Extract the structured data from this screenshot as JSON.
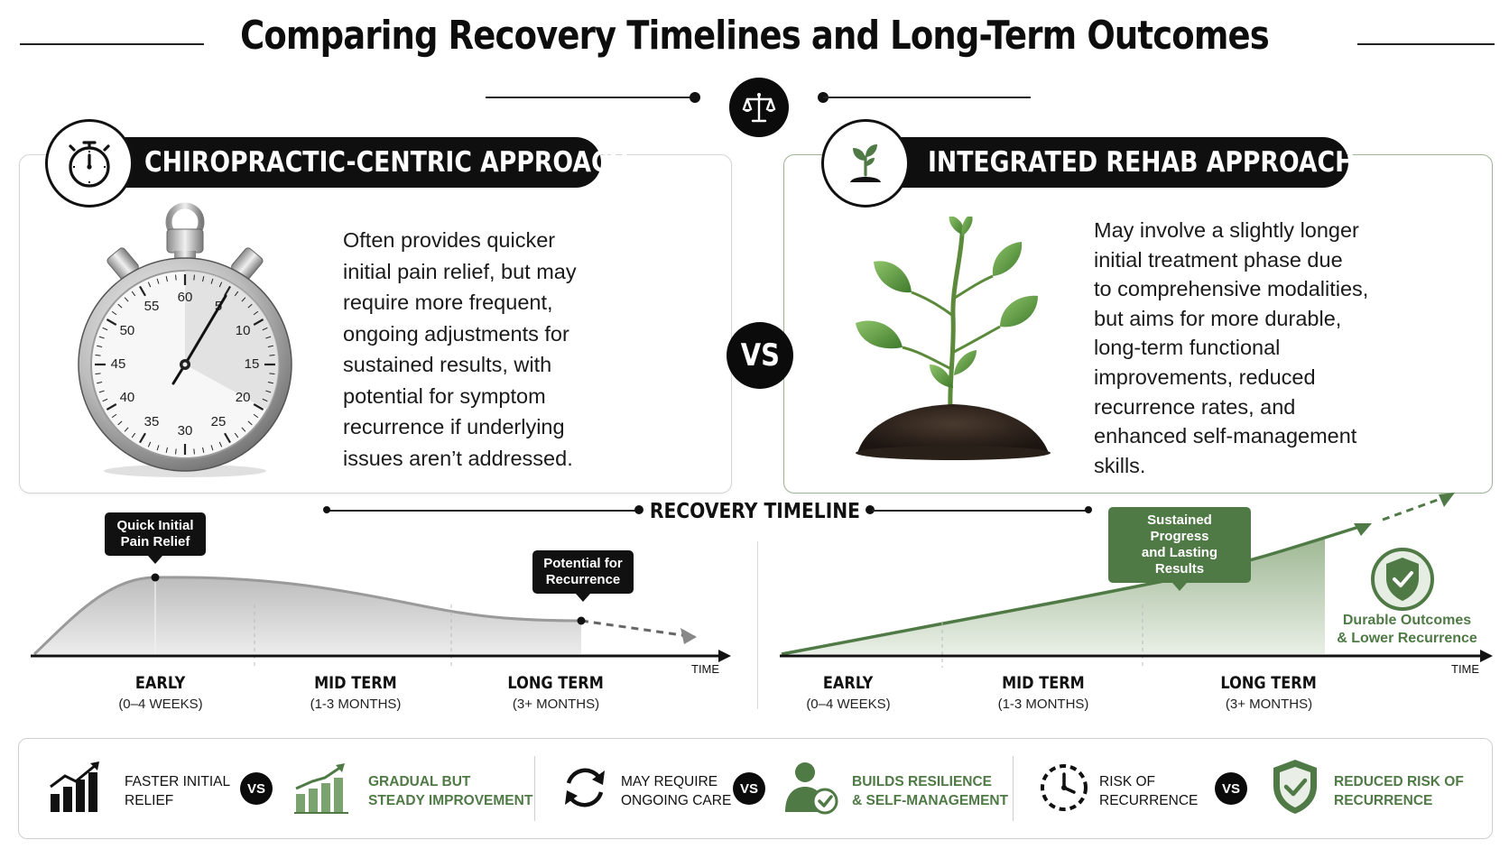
{
  "title": "Comparing Recovery Timelines and Long-Term Outcomes",
  "left_panel": {
    "heading": "CHIROPRACTIC-CENTRIC APPROACH",
    "icon": "stopwatch-icon",
    "stopwatch_numbers": [
      "60",
      "5",
      "10",
      "15",
      "20",
      "25",
      "30",
      "35",
      "40",
      "45",
      "50",
      "55"
    ],
    "description": [
      "Often provides quicker",
      "initial pain relief, but may",
      "require more frequent,",
      "ongoing adjustments for",
      "sustained results, with",
      "potential for symptom",
      "recurrence if underlying",
      "issues aren’t addressed."
    ]
  },
  "right_panel": {
    "heading": "INTEGRATED REHAB APPROACH",
    "icon": "seedling-icon",
    "description": [
      "May involve a slightly longer",
      "initial treatment phase due",
      "to comprehensive modalities,",
      "but aims for more durable,",
      "long-term functional",
      "improvements, reduced",
      "recurrence rates, and",
      "enhanced self-management",
      "skills."
    ]
  },
  "vs_label": "VS",
  "timeline": {
    "label": "RECOVERY TIMELINE",
    "time_label": "TIME",
    "phases": [
      {
        "name": "EARLY",
        "range": "(0–4 WEEKS)"
      },
      {
        "name": "MID TERM",
        "range": "(1-3 MONTHS)"
      },
      {
        "name": "LONG TERM",
        "range": "(3+ MONTHS)"
      }
    ],
    "left_callouts": {
      "peak": [
        "Quick Initial",
        "Pain Relief"
      ],
      "recurrence": [
        "Potential for",
        "Recurrence"
      ]
    },
    "right_callouts": {
      "progress": [
        "Sustained Progress",
        "and Lasting Results"
      ],
      "durable": [
        "Durable Outcomes",
        "& Lower Recurrence"
      ]
    }
  },
  "footer": {
    "groups": [
      {
        "left": [
          "FASTER INITIAL",
          "RELIEF"
        ],
        "left_icon": "bar-chart-up-icon",
        "vs": "VS",
        "right": [
          "GRADUAL BUT",
          "STEADY IMPROVEMENT"
        ],
        "right_icon": "steady-growth-chart-icon"
      },
      {
        "left": [
          "MAY REQUIRE",
          "ONGOING CARE"
        ],
        "left_icon": "cycle-arrows-icon",
        "vs": "VS",
        "right": [
          "BUILDS RESILIENCE",
          "& SELF-MANAGEMENT"
        ],
        "right_icon": "person-check-icon"
      },
      {
        "left": [
          "RISK OF",
          "RECURRENCE"
        ],
        "left_icon": "dashed-clock-icon",
        "vs": "VS",
        "right": [
          "REDUCED RISK OF",
          "RECURRENCE"
        ],
        "right_icon": "shield-check-icon"
      }
    ]
  },
  "colors": {
    "green": "#4f7a46",
    "dark": "#111111",
    "grey_fill": "#d9d9d9"
  }
}
